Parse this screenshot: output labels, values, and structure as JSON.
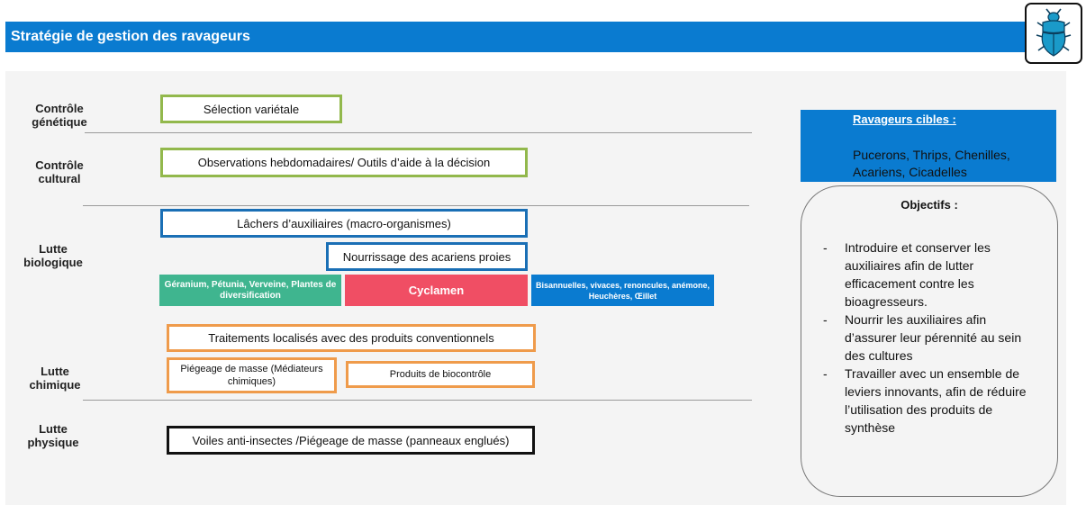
{
  "header": {
    "title": "Stratégie de gestion des ravageurs"
  },
  "logo": {
    "icon": "beetle-icon",
    "color": "#1a9ac9"
  },
  "rows": {
    "genetic": "Contrôle génétique",
    "cultural": "Contrôle cultural",
    "biological": "Lutte biologique",
    "chemical": "Lutte chimique",
    "physical": "Lutte physique"
  },
  "boxes": {
    "varietal": "Sélection variétale",
    "observations": "Observations hebdomadaires/ Outils d’aide à la décision",
    "releases": "Lâchers d’auxiliaires (macro-organismes)",
    "feeding": "Nourrissage des acariens proies",
    "plants_green": "Géranium, Pétunia, Verveine, Plantes de diversification",
    "plants_red": "Cyclamen",
    "plants_blue": "Bisannuelles, vivaces, renoncules, anémone, Heuchères, Œillet",
    "treatments": "Traitements localisés avec des produits conventionnels",
    "mass_trapping": "Piégeage de masse (Médiateurs chimiques)",
    "biocontrol": "Produits de biocontrôle",
    "veils": "Voiles anti-insectes /Piégeage de masse (panneaux englués)"
  },
  "targets": {
    "title": "Ravageurs cibles :",
    "list": "Pucerons, Thrips, Chenilles, Acariens, Cicadelles"
  },
  "objectives": {
    "title": "Objectifs :",
    "items": [
      "Introduire et conserver les auxiliaires afin de lutter efficacement contre les bioagresseurs.",
      "Nourrir les auxiliaires afin d’assurer leur pérennité au sein des cultures",
      "Travailler avec un ensemble de leviers innovants, afin de réduire l’utilisation des produits de synthèse"
    ]
  },
  "colors": {
    "header": "#0a7bd0",
    "green": "#92b84c",
    "blue": "#1a6fb5",
    "orange": "#ef9b4b",
    "teal": "#3fb58f",
    "red": "#f04e64",
    "azure": "#0a7bd0"
  }
}
